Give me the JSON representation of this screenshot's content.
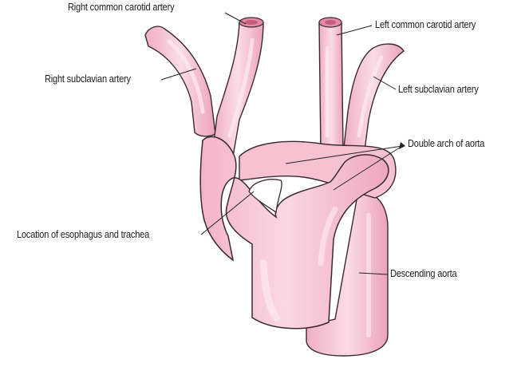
{
  "labels": {
    "right_common_carotid": "Right common carotid artery",
    "left_common_carotid": "Left common carotid artery",
    "right_subclavian": "Right subclavian artery",
    "left_subclavian": "Left subclavian artery",
    "double_arch": "Double arch of aorta",
    "esophagus_trachea": "Location of esophagus and trachea",
    "descending_aorta": "Descending aorta"
  },
  "colors": {
    "vessel_fill": "#f7c3d3",
    "vessel_shade": "#eaa0b8",
    "vessel_highlight": "#fde6ee",
    "vessel_outline": "#3a2a30",
    "label_text": "#1c1c1c"
  }
}
